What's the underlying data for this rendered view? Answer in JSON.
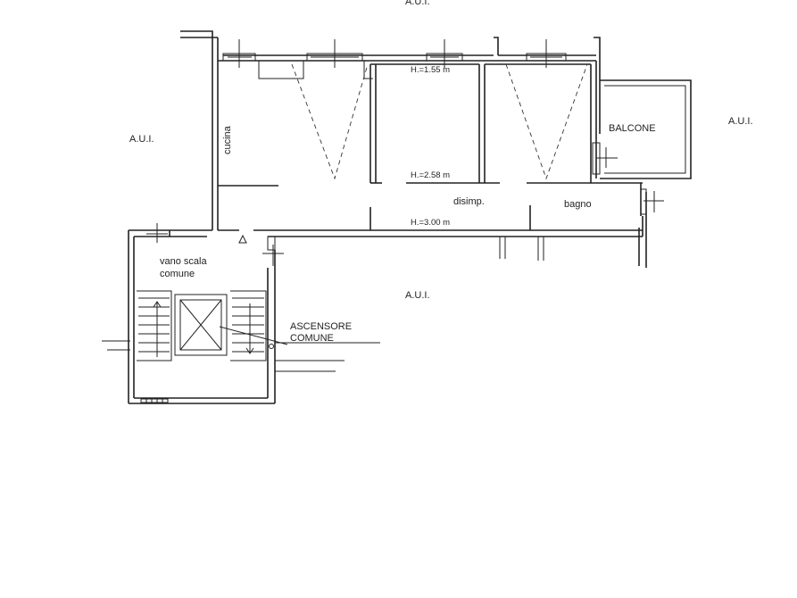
{
  "labels": {
    "aui_top": "A.U.I.",
    "aui_left": "A.U.I.",
    "aui_right": "A.U.I.",
    "aui_bottom": "A.U.I.",
    "cucina": "cucina",
    "balcone": "BALCONE",
    "disimp": "disimp.",
    "bagno": "bagno",
    "vano_scala_line1": "vano scala",
    "vano_scala_line2": "comune",
    "ascensore_line1": "ASCENSORE",
    "ascensore_line2": "COMUNE"
  },
  "heights": {
    "h1": "H.=1.55 m",
    "h2": "H.=2.58 m",
    "h3": "H.=3.00 m"
  }
}
